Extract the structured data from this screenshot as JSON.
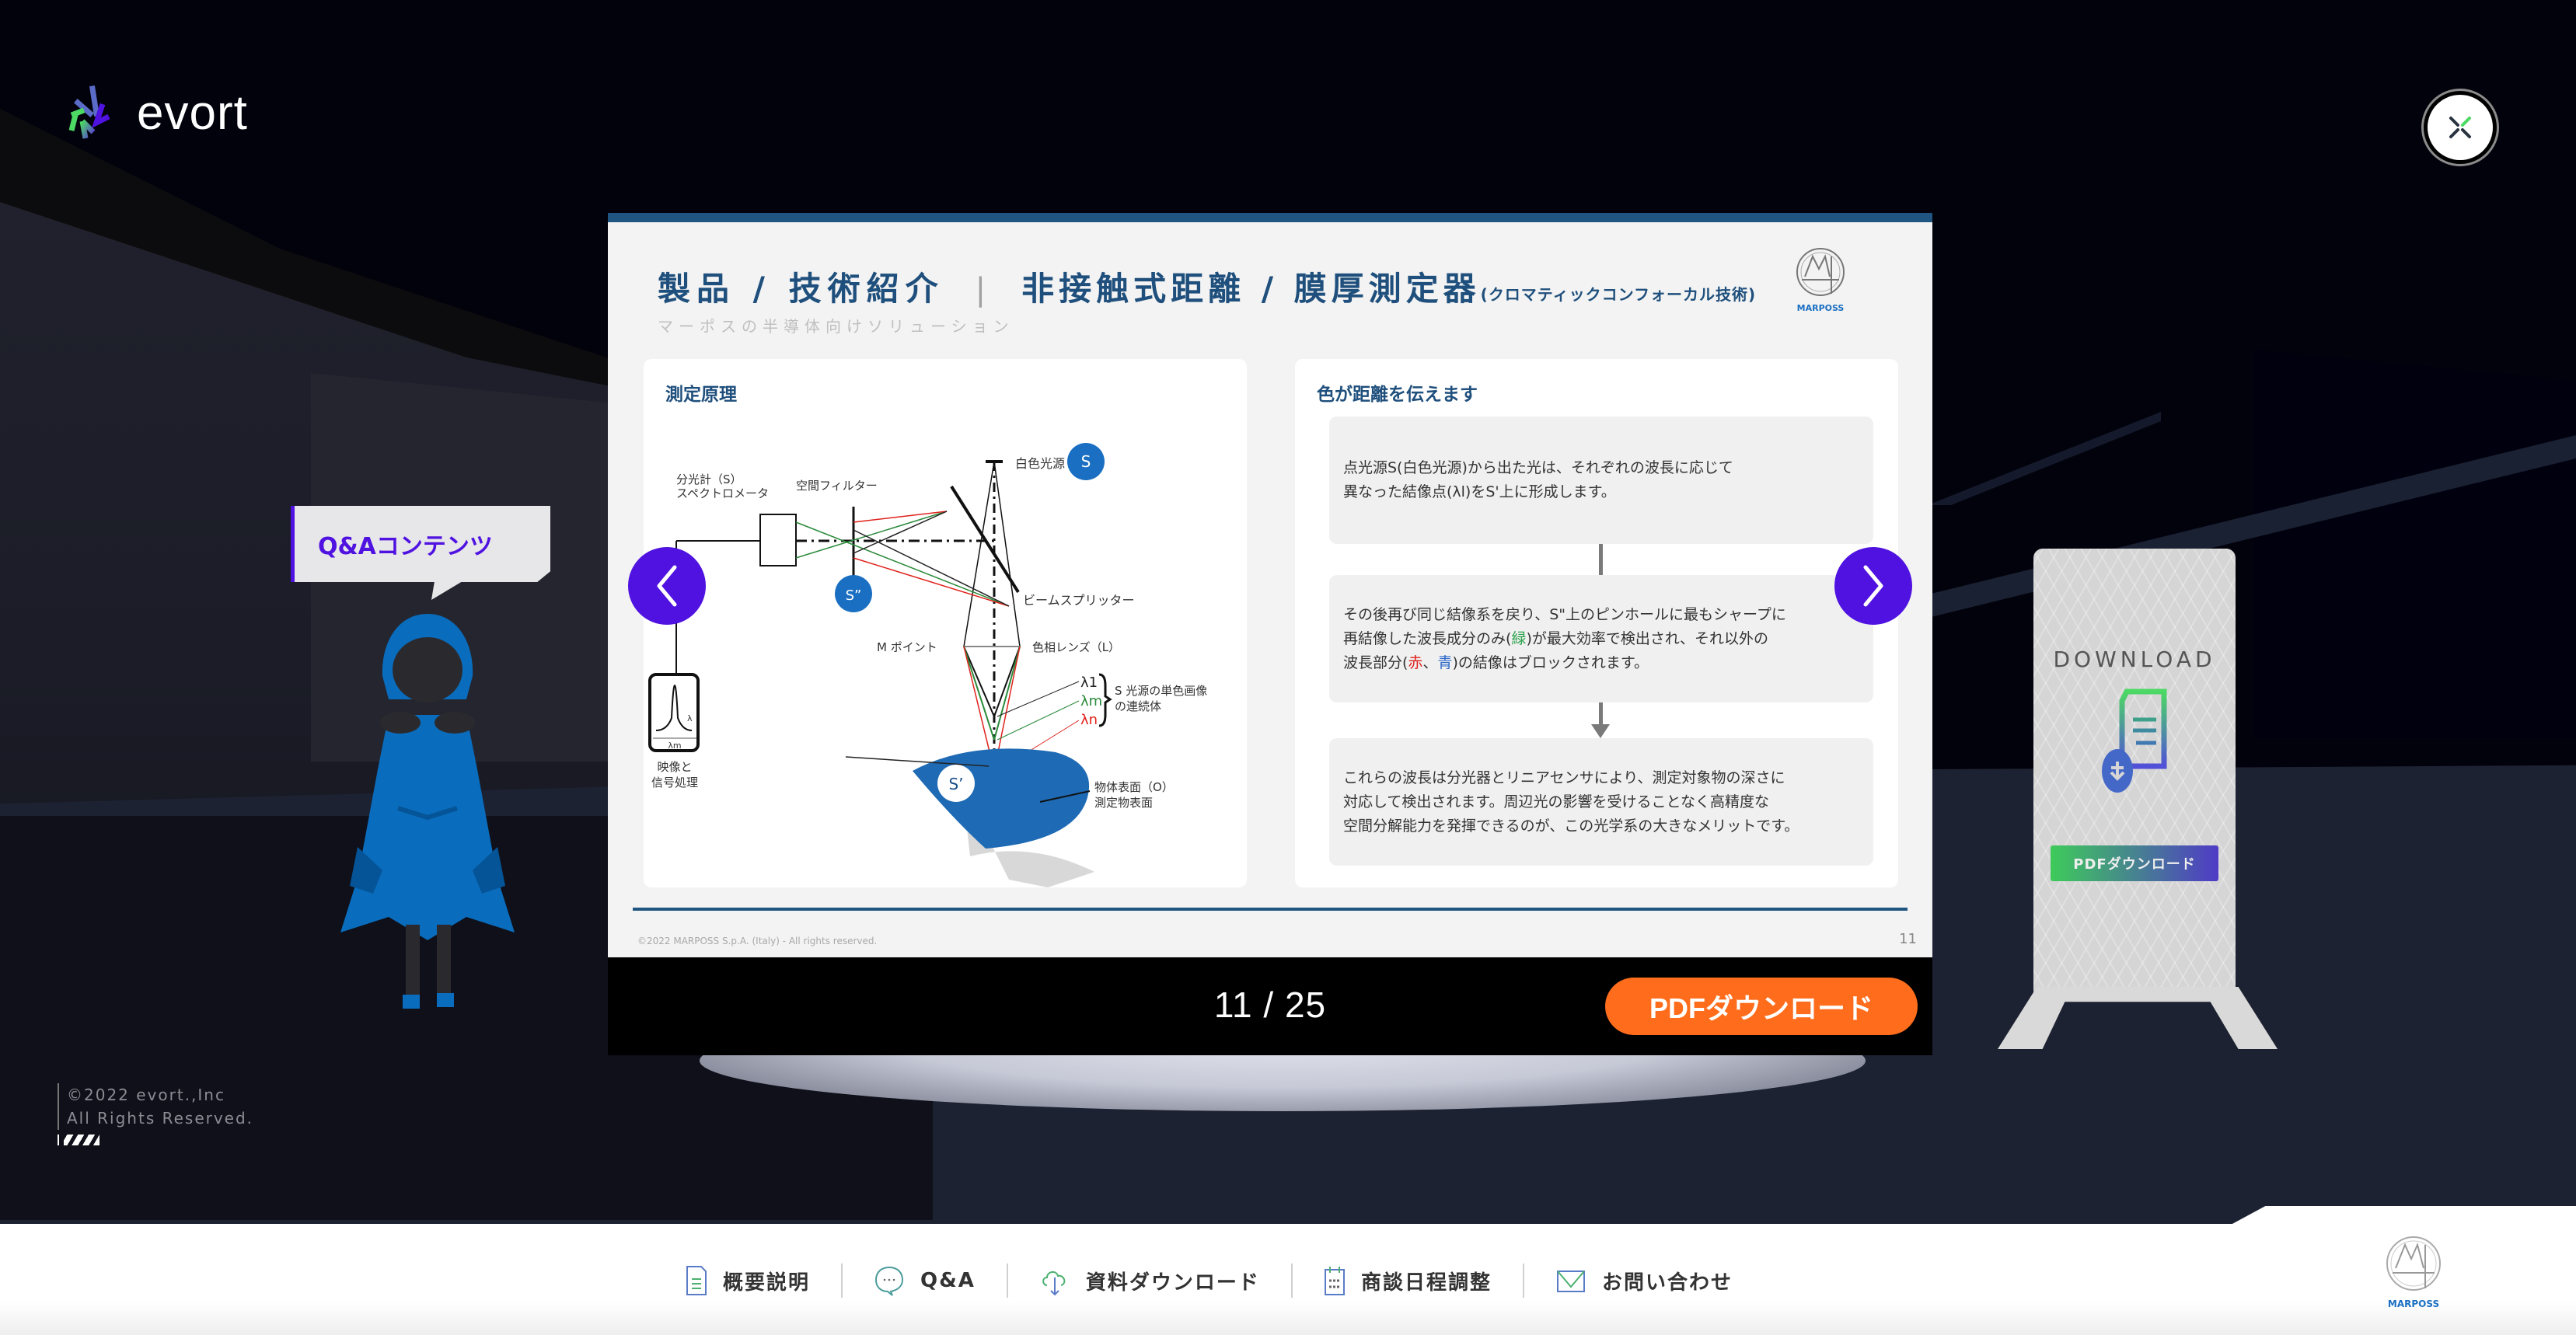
{
  "brand": {
    "name": "evort",
    "accent_green": "#4cd964",
    "accent_purple": "#5012e0"
  },
  "close_button": {
    "icon": "close-icon"
  },
  "qa_bubble": {
    "label": "Q&Aコンテンツ"
  },
  "copyright": {
    "line1": "©2022 evort.,Inc",
    "line2": "All Rights Reserved."
  },
  "slide": {
    "title_left": "製品 / 技術紹介",
    "title_separator": "|",
    "title_right": "非接触式距離 / 膜厚測定器",
    "title_right_sub": "(クロマティックコンフォーカル技術)",
    "subtitle": "マーポスの半導体向けソリューション",
    "logo_text": "MARPOSS",
    "left_panel": {
      "heading": "測定原理",
      "diagram_labels": {
        "spectrometer_1": "分光計（S）",
        "spectrometer_2": "スペクトロメータ",
        "spatial_filter": "空間フィルター",
        "white_source": "白色光源",
        "badge_s": "S",
        "badge_s2": "S”",
        "badge_s1": "S’",
        "beam_splitter": "ビームスプリッター",
        "m_point": "M ポイント",
        "hue_lens": "色相レンズ（L）",
        "lambda_1": "λ1",
        "lambda_m": "λm",
        "lambda_n": "λn",
        "mono_1": "S 光源の単色画像",
        "mono_2": "の連続体",
        "object_1": "物体表面（O）",
        "object_2": "測定物表面",
        "signal_1": "映像と",
        "signal_2": "信号処理",
        "graph_lambda": "λ",
        "graph_lambda_m": "λm"
      }
    },
    "right_panel": {
      "heading": "色が距離を伝えます",
      "step1": {
        "line1": "点光源S(白色光源)から出た光は、それぞれの波長に応じて",
        "line2": "異なった結像点(λl)をS'上に形成します。"
      },
      "step2": {
        "line1": "その後再び同じ結像系を戻り、S\"上のピンホールに最もシャープに",
        "line2_a": "再結像した波長成分のみ(",
        "line2_green": "緑",
        "line2_b": ")が最大効率で検出され、それ以外の",
        "line3_a": "波長部分(",
        "line3_red": "赤",
        "line3_sep": "、",
        "line3_blue": "青",
        "line3_b": ")の結像はブロックされます。"
      },
      "step3": {
        "line1": "これらの波長は分光器とリニアセンサにより、測定対象物の深さに",
        "line2": "対応して検出されます。周辺光の影響を受けることなく高精度な",
        "line3": "空間分解能力を発揮できるのが、この光学系の大きなメリットです。"
      }
    },
    "footer_copyright": "©2022 MARPOSS S.p.A. (Italy) - All rights reserved.",
    "page_number": "11"
  },
  "viewer": {
    "current_page": "11",
    "total_pages": "25",
    "page_indicator": "11 / 25",
    "pdf_button": "PDFダウンロード",
    "pdf_button_color": "#ff6d1c",
    "prev_icon": "chevron-left-icon",
    "next_icon": "chevron-right-icon"
  },
  "download_stand": {
    "title": "DOWNLOAD",
    "button": "PDFダウンロード"
  },
  "toolbar": {
    "items": [
      {
        "label": "概要説明",
        "icon": "document-icon"
      },
      {
        "label": "Q&A",
        "icon": "chat-bubble-icon"
      },
      {
        "label": "資料ダウンロード",
        "icon": "cloud-download-icon"
      },
      {
        "label": "商談日程調整",
        "icon": "calendar-icon"
      },
      {
        "label": "お問い合わせ",
        "icon": "mail-icon"
      }
    ],
    "logo_text": "MARPOSS"
  }
}
